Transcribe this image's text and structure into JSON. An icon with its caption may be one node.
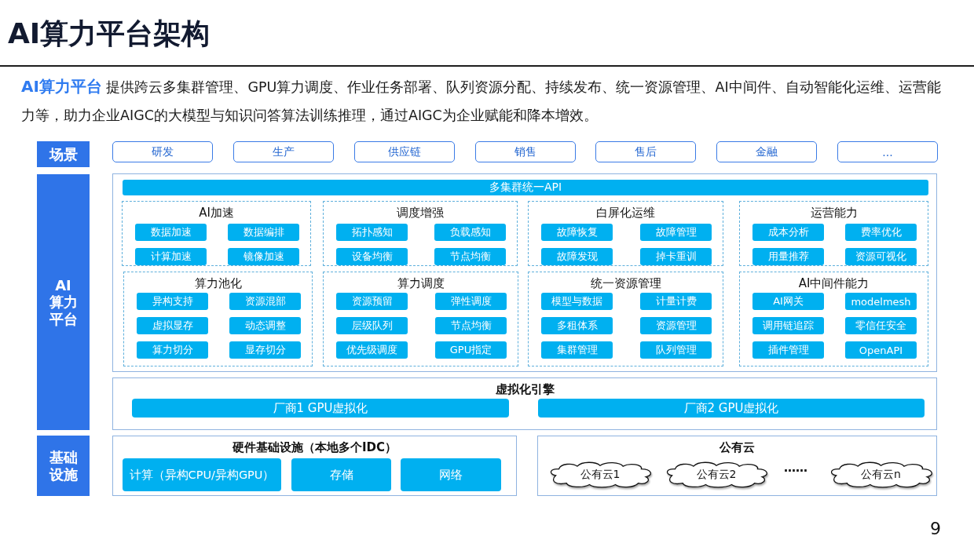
{
  "diagram": {
    "title": "AI算力平台架构",
    "nodes": [
      {
        "text": [
          "场景"
        ]
      },
      {
        "text": [
          "研发"
        ]
      },
      {
        "text": [
          "生产"
        ]
      },
      {
        "text": [
          "供应链"
        ]
      },
      {
        "text": [
          "销售"
        ]
      },
      {
        "text": [
          "售后"
        ]
      },
      {
        "text": [
          "金融"
        ]
      },
      {
        "text": [
          "..."
        ]
      },
      {
        "text": [
          "AI算力平台"
        ]
      },
      {
        "text": [],
        "shape": "box"
      },
      {
        "text": [
          "多集群统一API"
        ],
        "in": 9
      },
      {
        "text": [
          "AI加速"
        ],
        "in": 9
      },
      {
        "text": [
          "数据加速"
        ],
        "in": 11
      },
      {
        "text": [
          "数据编排"
        ],
        "in": 11
      },
      {
        "text": [
          "计算加速"
        ],
        "in": 11
      },
      {
        "text": [
          "镜像加速"
        ],
        "in": 11
      },
      {
        "text": [
          "调度增强"
        ],
        "in": 9
      },
      {
        "text": [
          "拓扑感知"
        ],
        "in": 16
      },
      {
        "text": [
          "负载感知"
        ],
        "in": 16
      },
      {
        "text": [
          "设备均衡"
        ],
        "in": 16
      },
      {
        "text": [
          "节点均衡"
        ],
        "in": 16
      },
      {
        "text": [
          "白屏化运维"
        ],
        "in": 9
      },
      {
        "text": [
          "故障恢复"
        ],
        "in": 21
      },
      {
        "text": [
          "故障管理"
        ],
        "in": 21
      },
      {
        "text": [
          "故障发现"
        ],
        "in": 21
      },
      {
        "text": [
          "掉卡重训"
        ],
        "in": 21
      },
      {
        "text": [
          "运营能力"
        ],
        "in": 9
      },
      {
        "text": [
          "成本分析"
        ],
        "in": 26
      },
      {
        "text": [
          "费率优化"
        ],
        "in": 26
      },
      {
        "text": [
          "用量推荐"
        ],
        "in": 26
      },
      {
        "text": [
          "资源可视化"
        ],
        "in": 26
      },
      {
        "text": [
          "算力池化"
        ],
        "in": 9
      },
      {
        "text": [
          "异构支持"
        ],
        "in": 31
      },
      {
        "text": [
          "资源混部"
        ],
        "in": 31
      },
      {
        "text": [
          "虚拟显存"
        ],
        "in": 31
      },
      {
        "text": [
          "动态调整"
        ],
        "in": 31
      },
      {
        "text": [
          "算力切分"
        ],
        "in": 31
      },
      {
        "text": [
          "显存切分"
        ],
        "in": 31
      },
      {
        "text": [
          "算力调度"
        ],
        "in": 9
      },
      {
        "text": [
          "资源预留"
        ],
        "in": 38
      },
      {
        "text": [
          "弹性调度"
        ],
        "in": 38
      },
      {
        "text": [
          "层级队列"
        ],
        "in": 38
      },
      {
        "text": [
          "节点均衡"
        ],
        "in": 38
      },
      {
        "text": [
          "优先级调度"
        ],
        "in": 38
      },
      {
        "text": [
          "GPU指定"
        ],
        "in": 38
      },
      {
        "text": [
          "统一资源管理"
        ],
        "in": 9
      },
      {
        "text": [
          "模型与数据"
        ],
        "in": 45
      },
      {
        "text": [
          "计量计费"
        ],
        "in": 45
      },
      {
        "text": [
          "多租体系"
        ],
        "in": 45
      },
      {
        "text": [
          "资源管理"
        ],
        "in": 45
      },
      {
        "text": [
          "集群管理"
        ],
        "in": 45
      },
      {
        "text": [
          "队列管理"
        ],
        "in": 45
      },
      {
        "text": [
          "AI中间件能力"
        ],
        "in": 9
      },
      {
        "text": [
          "AI网关"
        ],
        "in": 52
      },
      {
        "text": [
          "modelmesh"
        ],
        "in": 52
      },
      {
        "text": [
          "调用链追踪"
        ],
        "in": 52
      },
      {
        "text": [
          "零信任安全"
        ],
        "in": 52
      },
      {
        "text": [
          "插件管理"
        ],
        "in": 52
      },
      {
        "text": [
          "OpenAPI"
        ],
        "in": 52
      },
      {
        "text": [
          "虚拟化引擎"
        ]
      },
      {
        "text": [
          "厂商1 GPU虚拟化"
        ],
        "in": 59
      },
      {
        "text": [
          "厂商2 GPU虚拟化"
        ],
        "in": 59
      },
      {
        "text": [
          "基础设施"
        ]
      },
      {
        "text": [
          "硬件基础设施（本地多个IDC）"
        ]
      },
      {
        "text": [
          "计算（异构CPU/异构GPU）"
        ],
        "in": 63
      },
      {
        "text": [
          "存储"
        ],
        "in": 63
      },
      {
        "text": [
          "网络"
        ],
        "in": 63
      },
      {
        "text": [
          "公有云"
        ]
      },
      {
        "text": [
          "公有云1"
        ],
        "in": 67
      },
      {
        "text": [
          "公有云2"
        ],
        "in": 67
      },
      {
        "text": [
          "公有云n"
        ],
        "in": 67
      }
    ],
    "labels": [
      "**AI算力平台** 提供跨云多集群管理、GPU算力调度、作业任务部署、队列资源分配、持续发布、统一资源管理、AI中间件、自动智能化运维、运营能力等，助力企业AIGC的大模型与知识问答算法训练推理，通过AIGC为企业赋能和降本增效。",
      "……",
      "9"
    ]
  }
}
